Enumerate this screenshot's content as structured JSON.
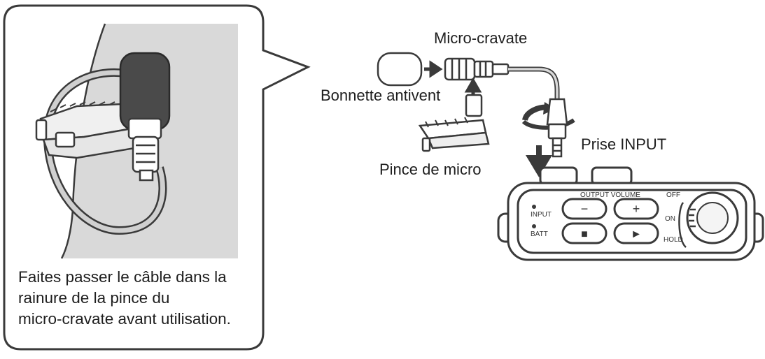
{
  "labels": {
    "lavalier_mic": "Micro-cravate",
    "windscreen": "Bonnette antivent",
    "mic_clip": "Pince de micro",
    "input_jack": "Prise INPUT"
  },
  "caption": {
    "line1": "Faites passer le câble dans la",
    "line2": "rainure de la pince du",
    "line3": "micro-cravate avant utilisation."
  },
  "device": {
    "output_volume": "OUTPUT VOLUME",
    "input_led": "INPUT",
    "batt_led": "BATT",
    "minus": "−",
    "plus": "+",
    "stop": "■",
    "play": "►",
    "switch_off": "OFF",
    "switch_on": "ON",
    "switch_hold": "HOLD"
  },
  "colors": {
    "line": "#3a3a3a",
    "panel_bg": "#d9d9d9",
    "foam": "#4a4a4a"
  }
}
